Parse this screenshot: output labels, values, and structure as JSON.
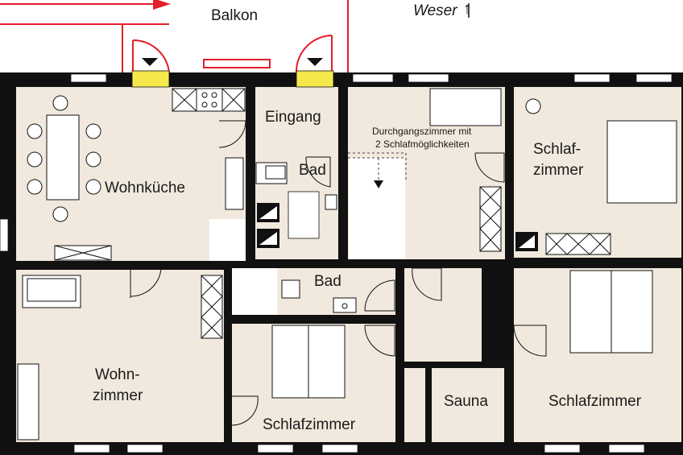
{
  "top": {
    "balcony": "Balkon",
    "direction": "Weser",
    "direction_arrow": "↑"
  },
  "rooms": {
    "wohnkueche": "Wohnküche",
    "eingang": "Eingang",
    "bad_top": "Bad",
    "durchgang_line1": "Durchgangszimmer mit",
    "durchgang_line2": "2 Schlafmöglichkeiten",
    "schlaf_top_line1": "Schlaf-",
    "schlaf_top_line2": "zimmer",
    "wohn_line1": "Wohn-",
    "wohn_line2": "zimmer",
    "bad_mid": "Bad",
    "schlaf_mid": "Schlafzimmer",
    "sauna": "Sauna",
    "schlaf_right": "Schlafzimmer"
  },
  "colors": {
    "room_fill": "#f1e9dd",
    "wall": "#111111",
    "arrow": "#e31d2b",
    "door_marker": "#f5e84a"
  }
}
